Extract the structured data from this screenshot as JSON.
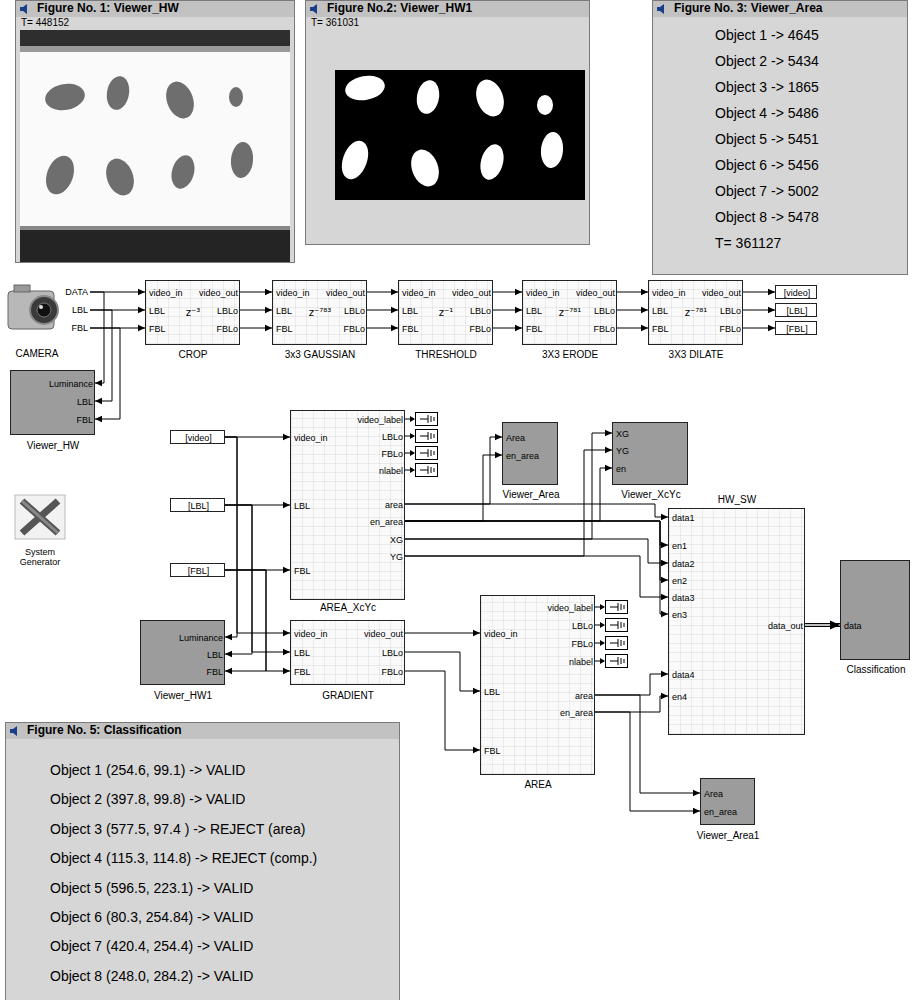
{
  "diagram": {
    "nodes": [
      {
        "text": [
          "Figure No. 1: Viewer_HW",
          "T= 448152"
        ]
      },
      {
        "text": [
          "Figure No.2: Viewer_HW1",
          "T= 361031"
        ]
      },
      {
        "text": [
          "Figure No. 3: Viewer_Area",
          "Object 1 -> 4645",
          "Object 2 -> 5434",
          "Object 3 -> 1865",
          "Object 4 -> 5486",
          "Object 5 -> 5451",
          "Object 6 -> 5456",
          "Object 7 -> 5002",
          "Object 8 -> 5478",
          "T= 361127"
        ]
      },
      {
        "text": [
          "DATA",
          "LBL",
          "FBL",
          "CAMERA"
        ]
      },
      {
        "text": [
          "video_in",
          "LBL",
          "FBL",
          "video_out",
          "LBLo",
          "FBLo",
          "z⁻³",
          "CROP"
        ]
      },
      {
        "text": [
          "video_in",
          "LBL",
          "FBL",
          "video_out",
          "LBLo",
          "FBLo",
          "z⁻⁷⁸³",
          "3x3 GAUSSIAN"
        ]
      },
      {
        "text": [
          "video_in",
          "LBL",
          "FBL",
          "video_out",
          "LBLo",
          "FBLo",
          "z⁻¹",
          "THRESHOLD"
        ]
      },
      {
        "text": [
          "video_in",
          "LBL",
          "FBL",
          "video_out",
          "LBLo",
          "FBLo",
          "z⁻⁷⁸¹",
          "3X3 ERODE"
        ]
      },
      {
        "text": [
          "video_in",
          "LBL",
          "FBL",
          "video_out",
          "LBLo",
          "FBLo",
          "z⁻⁷⁸¹",
          "3X3 DILATE"
        ]
      },
      {
        "text": [
          "[video]"
        ]
      },
      {
        "text": [
          "[LBL]"
        ]
      },
      {
        "text": [
          "[FBL]"
        ]
      },
      {
        "text": [
          "Luminance",
          "LBL",
          "FBL",
          "Viewer_HW"
        ]
      },
      {
        "text": [
          "[video]"
        ]
      },
      {
        "text": [
          "video_in",
          "LBL",
          "FBL",
          "video_label",
          "LBLo",
          "FBLo",
          "nlabel",
          "area",
          "en_area",
          "XG",
          "YG",
          "AREA_XcYc"
        ]
      },
      {
        "text": [
          "Area",
          "en_area",
          "Viewer_Area"
        ]
      },
      {
        "text": [
          "XG",
          "YG",
          "en",
          "Viewer_XcYc"
        ]
      },
      {
        "text": [
          "System Generator"
        ]
      },
      {
        "text": [
          "[LBL]"
        ]
      },
      {
        "text": [
          "HW_SW",
          "data1",
          "en1",
          "data2",
          "en2",
          "data3",
          "en3",
          "data4",
          "en4",
          "data_out"
        ]
      },
      {
        "text": [
          "data",
          "Classification"
        ]
      },
      {
        "text": [
          "[FBL]"
        ]
      },
      {
        "text": [
          "Luminance",
          "LBL",
          "FBL",
          "Viewer_HW1"
        ]
      },
      {
        "text": [
          "video_in",
          "LBL",
          "FBL",
          "video_out",
          "LBLo",
          "FBLo",
          "GRADIENT"
        ]
      },
      {
        "text": [
          "video_in",
          "LBL",
          "FBL",
          "video_label",
          "LBLo",
          "FBLo",
          "nlabel",
          "area",
          "en_area",
          "AREA"
        ]
      },
      {
        "text": [
          "Area",
          "en_area",
          "Viewer_Area1"
        ]
      },
      {
        "text": [
          "Figure No. 5: Classification",
          "Object 1 (254.6, 99.1) -> VALID",
          "Object 2 (397.8, 99.8) -> VALID",
          "Object 3 (577.5, 97.4 ) -> REJECT (area)",
          "Object 4 (115.3, 114.8) -> REJECT (comp.)",
          "Object 5 (596.5, 223.1) -> VALID",
          "Object 6 (80.3, 254.84) -> VALID",
          "Object 7 (420.4, 254.4) -> VALID",
          "Object 8 (248.0, 284.2) -> VALID"
        ]
      }
    ],
    "edges": [
      {
        "from": 3,
        "to": 4,
        "arrow": "to"
      },
      {
        "from": 3,
        "to": 4,
        "arrow": "to"
      },
      {
        "from": 3,
        "to": 4,
        "arrow": "to"
      },
      {
        "from": 3,
        "to": 12,
        "arrow": "to"
      },
      {
        "from": 3,
        "to": 12,
        "arrow": "to"
      },
      {
        "from": 3,
        "to": 12,
        "arrow": "to"
      },
      {
        "from": 4,
        "to": 5,
        "arrow": "to"
      },
      {
        "from": 4,
        "to": 5,
        "arrow": "to"
      },
      {
        "from": 4,
        "to": 5,
        "arrow": "to"
      },
      {
        "from": 5,
        "to": 6,
        "arrow": "to"
      },
      {
        "from": 5,
        "to": 6,
        "arrow": "to"
      },
      {
        "from": 5,
        "to": 6,
        "arrow": "to"
      },
      {
        "from": 6,
        "to": 7,
        "arrow": "to"
      },
      {
        "from": 6,
        "to": 7,
        "arrow": "to"
      },
      {
        "from": 6,
        "to": 7,
        "arrow": "to"
      },
      {
        "from": 7,
        "to": 8,
        "arrow": "to"
      },
      {
        "from": 7,
        "to": 8,
        "arrow": "to"
      },
      {
        "from": 7,
        "to": 8,
        "arrow": "to"
      },
      {
        "from": 8,
        "to": 9,
        "arrow": "to"
      },
      {
        "from": 8,
        "to": 10,
        "arrow": "to"
      },
      {
        "from": 8,
        "to": 11,
        "arrow": "to"
      },
      {
        "from": 13,
        "to": 14,
        "arrow": "to"
      },
      {
        "from": 18,
        "to": 14,
        "arrow": "to"
      },
      {
        "from": 21,
        "to": 14,
        "arrow": "to"
      },
      {
        "from": 13,
        "to": 23,
        "arrow": "to"
      },
      {
        "from": 18,
        "to": 23,
        "arrow": "to"
      },
      {
        "from": 21,
        "to": 23,
        "arrow": "to"
      },
      {
        "from": 13,
        "to": 22,
        "arrow": "to"
      },
      {
        "from": 18,
        "to": 22,
        "arrow": "to"
      },
      {
        "from": 21,
        "to": 22,
        "arrow": "to"
      },
      {
        "from": 14,
        "to": 15,
        "arrow": "to"
      },
      {
        "from": 14,
        "to": 19,
        "arrow": "to"
      },
      {
        "from": 14,
        "to": 15,
        "arrow": "to"
      },
      {
        "from": 14,
        "to": 16,
        "arrow": "to"
      },
      {
        "from": 14,
        "to": 19,
        "arrow": "to"
      },
      {
        "from": 14,
        "to": 19,
        "arrow": "to"
      },
      {
        "from": 14,
        "to": 19,
        "arrow": "to"
      },
      {
        "from": 14,
        "to": 16,
        "arrow": "to"
      },
      {
        "from": 14,
        "to": 19,
        "arrow": "to"
      },
      {
        "from": 14,
        "to": 16,
        "arrow": "to"
      },
      {
        "from": 14,
        "to": 19,
        "arrow": "to"
      },
      {
        "from": 23,
        "to": 24,
        "arrow": "to"
      },
      {
        "from": 23,
        "to": 24,
        "arrow": "to"
      },
      {
        "from": 23,
        "to": 24,
        "arrow": "to"
      },
      {
        "from": 24,
        "to": 19,
        "arrow": "to"
      },
      {
        "from": 24,
        "to": 25,
        "arrow": "to"
      },
      {
        "from": 24,
        "to": 19,
        "arrow": "to"
      },
      {
        "from": 24,
        "to": 25,
        "arrow": "to"
      },
      {
        "from": 19,
        "to": 20,
        "arrow": "to"
      }
    ]
  }
}
